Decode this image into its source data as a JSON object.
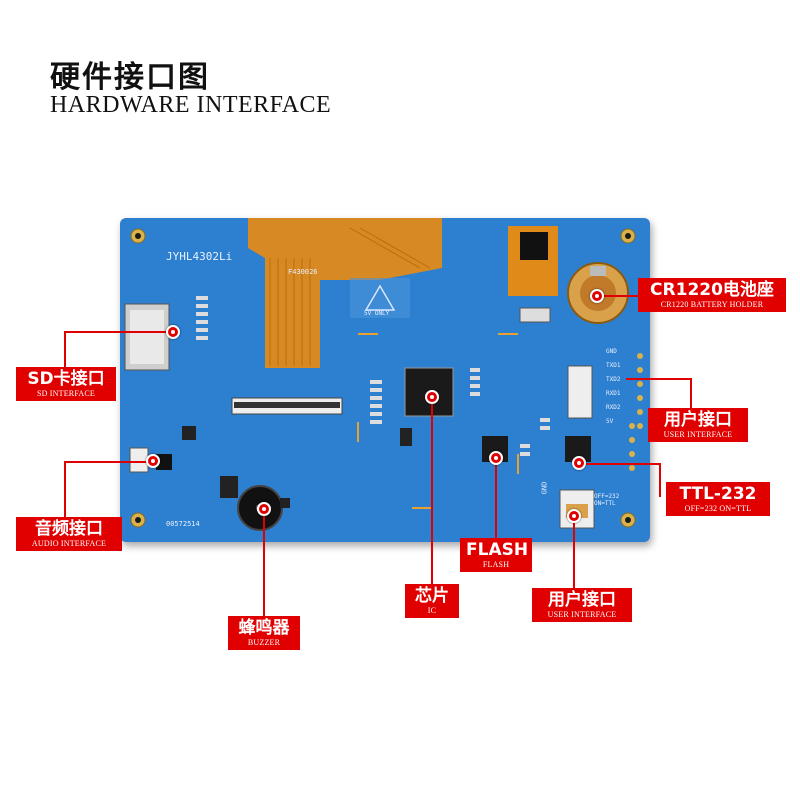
{
  "header": {
    "title_cn": "硬件接口图",
    "title_en": "HARDWARE INTERFACE"
  },
  "board": {
    "model_silk": "JYHL4302Li",
    "serial_silk": "00572514",
    "fpc_silk": "F430026",
    "warning_silk": "5V ONLY",
    "pin_silk": [
      "GND",
      "TXD1",
      "TXD2",
      "RXD1",
      "RXD2",
      "5V"
    ],
    "switch_silk": "OFF=232\nON=TTL",
    "j7_silk": "GND"
  },
  "labels": {
    "sd": {
      "cn": "SD卡接口",
      "en": "SD INTERFACE"
    },
    "audio": {
      "cn": "音频接口",
      "en": "AUDIO INTERFACE"
    },
    "buzzer": {
      "cn": "蜂鸣器",
      "en": "BUZZER"
    },
    "ic": {
      "cn": "芯片",
      "en": "IC"
    },
    "flash": {
      "cn": "FLASH",
      "en": "FLASH"
    },
    "user_bottom": {
      "cn": "用户接口",
      "en": "USER INTERFACE"
    },
    "battery": {
      "cn": "CR1220电池座",
      "en": "CR1220 BATTERY HOLDER"
    },
    "user_right": {
      "cn": "用户接口",
      "en": "USER INTERFACE"
    },
    "ttl": {
      "cn": "TTL-232",
      "en": "OFF=232 ON=TTL"
    }
  },
  "colors": {
    "board": "#2d7fd0",
    "accent": "#e10000",
    "fpc": "#e08a1a"
  }
}
